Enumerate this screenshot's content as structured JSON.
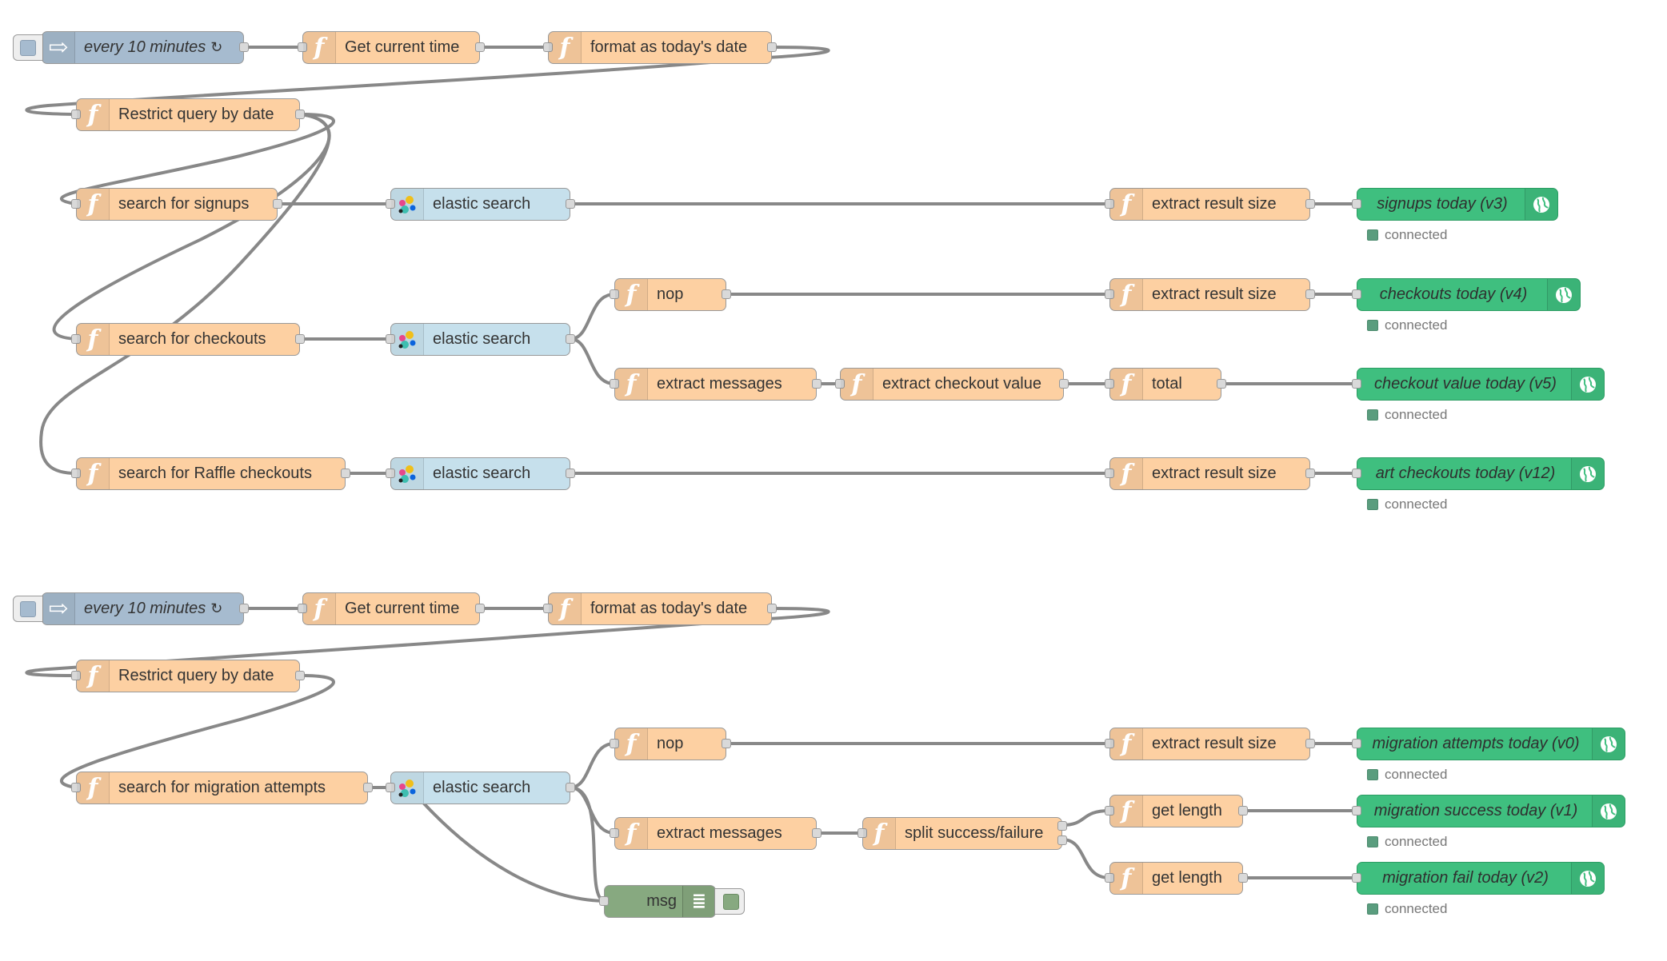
{
  "icons": {
    "function": "function-icon",
    "inject": "inject-arrow-icon",
    "elasticsearch": "elasticsearch-icon",
    "dashboard": "globe-icon",
    "debug": "debug-list-icon"
  },
  "colors": {
    "function": "#fdd0a2",
    "inject": "#a6bbcf",
    "elasticsearch": "#c6e0ec",
    "dashboard": "#3fbf7f",
    "debug": "#87a980",
    "wire": "#888888"
  },
  "flow1": {
    "inject": "every 10 minutes",
    "get_time": "Get current time",
    "format_date": "format as today's date",
    "restrict": "Restrict query by date",
    "search_signups": "search for signups",
    "search_checkouts": "search for checkouts",
    "search_raffle": "search for Raffle checkouts",
    "es1": "elastic search",
    "es2": "elastic search",
    "es3": "elastic search",
    "nop": "nop",
    "extract_messages": "extract messages",
    "extract_checkout_value": "extract checkout value",
    "total": "total",
    "extract1": "extract result size",
    "extract2": "extract result size",
    "extract3": "extract result size",
    "dash_signups": "signups today (v3)",
    "dash_checkouts": "checkouts today (v4)",
    "dash_checkout_value": "checkout value today (v5)",
    "dash_art": "art checkouts today (v12)",
    "status": "connected"
  },
  "flow2": {
    "inject": "every 10 minutes",
    "get_time": "Get current time",
    "format_date": "format as today's date",
    "restrict": "Restrict query by date",
    "search_migration": "search for migration attempts",
    "es": "elastic search",
    "nop": "nop",
    "extract_messages": "extract messages",
    "split": "split success/failure",
    "extract": "extract result size",
    "get_length1": "get length",
    "get_length2": "get length",
    "debug": "msg",
    "dash_attempts": "migration attempts today (v0)",
    "dash_success": "migration success today (v1)",
    "dash_fail": "migration fail today (v2)",
    "status": "connected"
  }
}
